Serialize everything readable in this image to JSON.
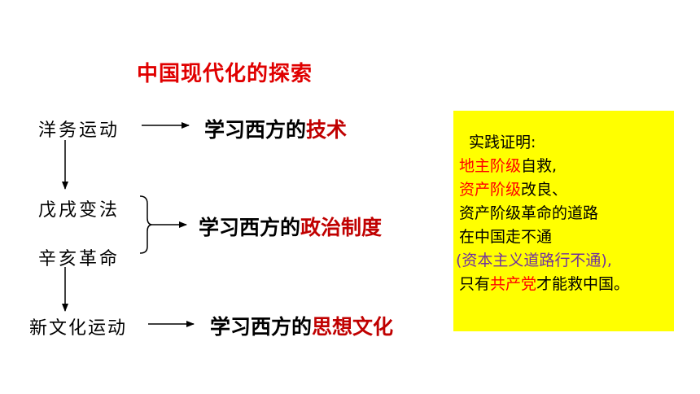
{
  "title": "中国现代化的探索",
  "left_items": {
    "yangwu": "洋务运动",
    "wuxu": "戊戌变法",
    "xinhai": "辛亥革命",
    "xinwenhua": "新文化运动"
  },
  "right_items": {
    "tech": {
      "prefix": "学习西方的",
      "highlight": "技术"
    },
    "politics": {
      "prefix": "学习西方的",
      "highlight": "政治制度"
    },
    "culture": {
      "prefix": "学习西方的",
      "highlight": "思想文化"
    }
  },
  "box": {
    "line1": "实践证明:",
    "line2_red": "地主阶级",
    "line2_rest": "自救,",
    "line3_red": "资产阶级",
    "line3_rest": "改良、",
    "line4": "资产阶级革命的道路",
    "line5": "在中国走不通",
    "line6": "(资本主义道路行不通),",
    "line7_pre": "只有",
    "line7_red": "共产党",
    "line7_rest": "才能救中国。"
  },
  "colors": {
    "title": "#e00000",
    "highlight": "#c00000",
    "box_bg": "#ffff00",
    "box_red": "#ff0000",
    "box_purple": "#7030a0"
  }
}
